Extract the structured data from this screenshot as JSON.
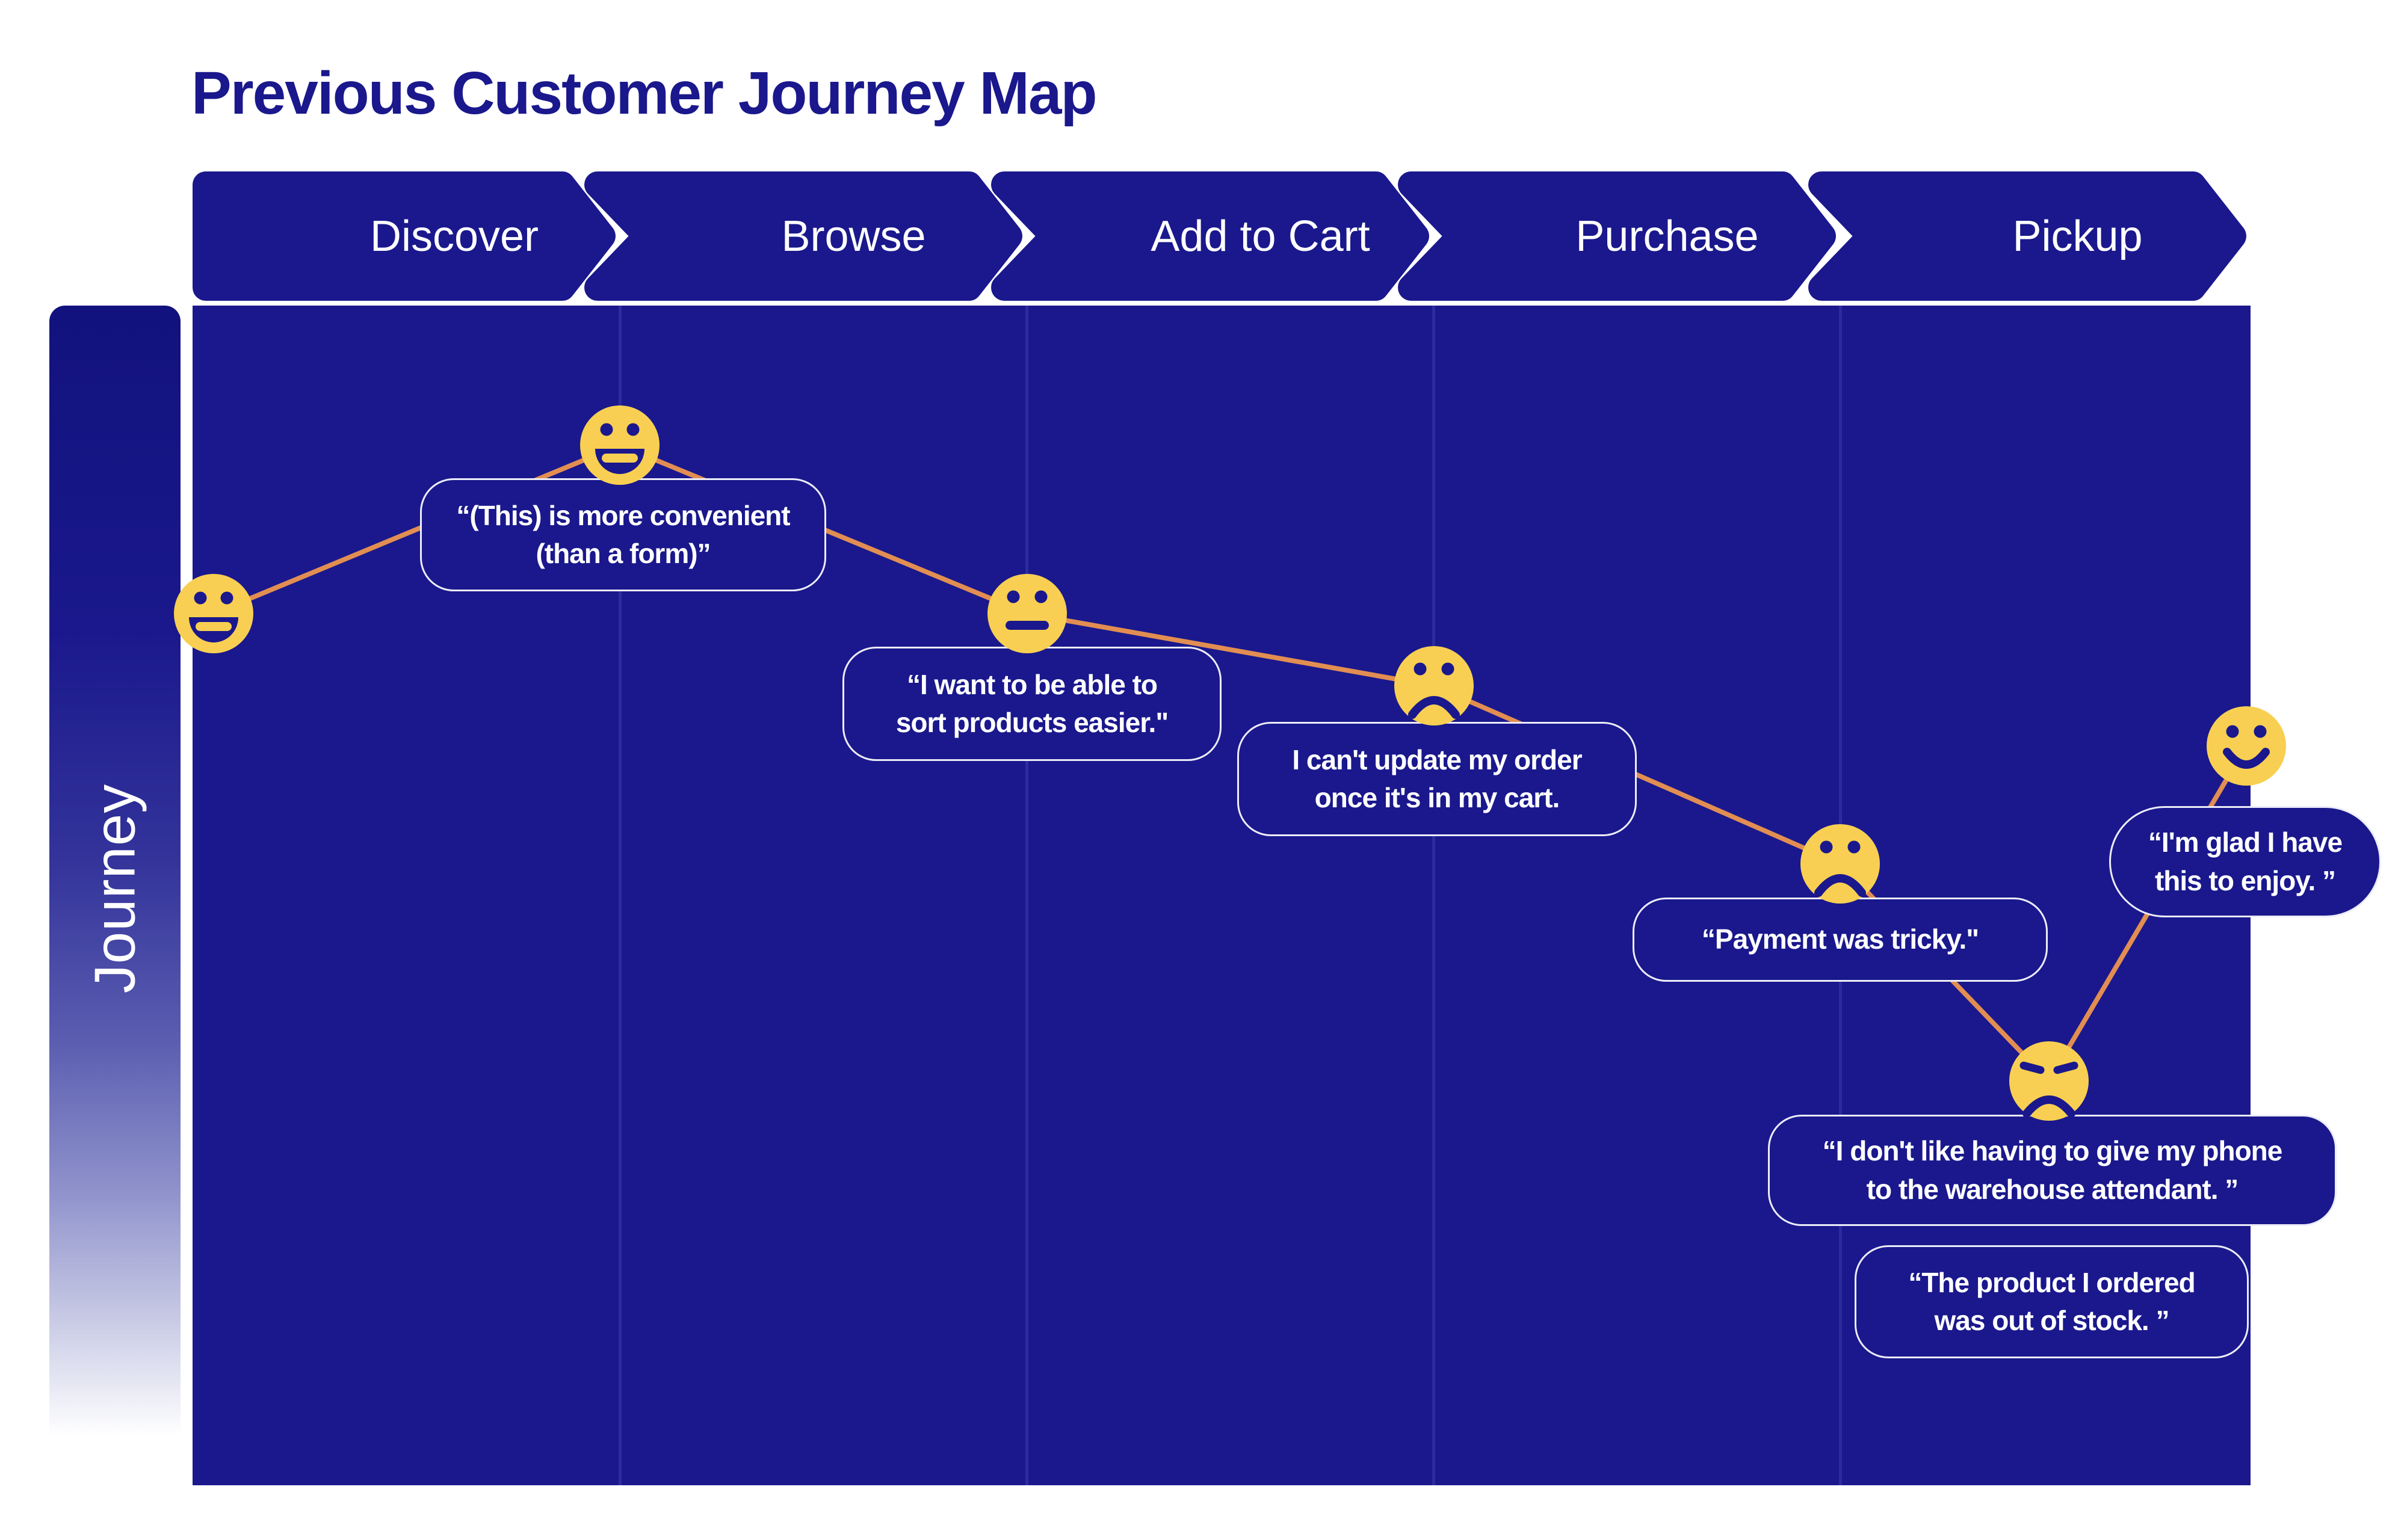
{
  "title": "Previous Customer Journey Map",
  "sidebar": {
    "label": "Journey"
  },
  "stages": [
    {
      "label": "Discover"
    },
    {
      "label": "Browse"
    },
    {
      "label": "Add to Cart"
    },
    {
      "label": "Purchase"
    },
    {
      "label": "Pickup"
    }
  ],
  "quotes": [
    {
      "stage": "Discover/Browse",
      "mood": "grinning",
      "lines": [
        "“(This) is more convenient",
        "(than a form)”"
      ]
    },
    {
      "stage": "Browse",
      "mood": "neutral",
      "lines": [
        "“I want to be able to",
        "sort products easier.\""
      ]
    },
    {
      "stage": "Add to Cart",
      "mood": "sad",
      "lines": [
        "I can't update my order",
        "once it's in my cart."
      ]
    },
    {
      "stage": "Purchase",
      "mood": "sad",
      "lines": [
        "“Payment was tricky.\""
      ]
    },
    {
      "stage": "Pickup",
      "mood": "smiling",
      "lines": [
        "“I'm glad I have",
        "this to enjoy. ”"
      ]
    },
    {
      "stage": "Pickup",
      "mood": "angry",
      "lines": [
        "“I don't like having to give my phone",
        "to the warehouse attendant. ”"
      ]
    },
    {
      "stage": "Pickup",
      "mood": "angry",
      "lines": [
        "“The product I ordered",
        "was out of stock. ”"
      ]
    }
  ],
  "journey_points": [
    {
      "stage": "Discover",
      "mood": "grinning",
      "sentiment": "positive"
    },
    {
      "stage": "Discover/Browse boundary",
      "mood": "grinning",
      "sentiment": "very-positive"
    },
    {
      "stage": "Browse/Add to Cart boundary",
      "mood": "neutral",
      "sentiment": "neutral"
    },
    {
      "stage": "Add to Cart/Purchase boundary",
      "mood": "sad",
      "sentiment": "slightly-negative"
    },
    {
      "stage": "Purchase/Pickup boundary",
      "mood": "sad",
      "sentiment": "negative"
    },
    {
      "stage": "Pickup",
      "mood": "angry",
      "sentiment": "very-negative"
    },
    {
      "stage": "Pickup end",
      "mood": "smiling",
      "sentiment": "positive"
    }
  ],
  "icons": [
    "grinning-emoji-icon",
    "neutral-emoji-icon",
    "sad-emoji-icon",
    "angry-emoji-icon",
    "smiling-emoji-icon"
  ],
  "colors": {
    "navy": "#1A188C",
    "divider": "#2E2C9C",
    "line_orange": "#E28E52",
    "emoji_yellow": "#F8CF52",
    "bubble_border": "#ECECF9",
    "text_on_navy": "#FFFFFF",
    "background": "#FFFFFF"
  }
}
